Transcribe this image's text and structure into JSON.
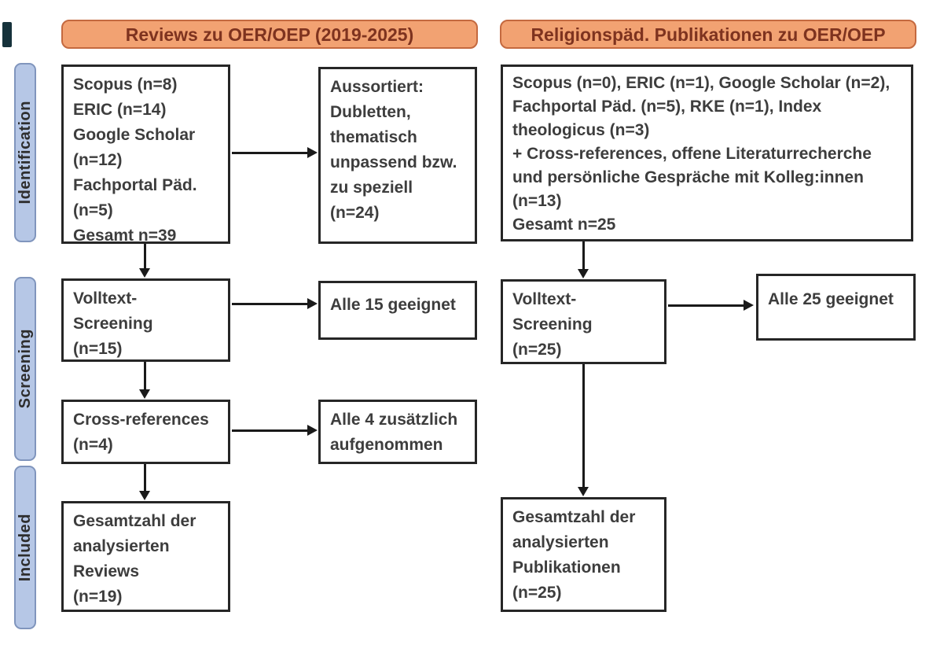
{
  "colors": {
    "banner_fill": "#f2a272",
    "banner_border": "#c4693f",
    "banner_text": "#7e331f",
    "stage_fill": "#b6c7e6",
    "stage_border": "#8095bd",
    "box_border": "#262626",
    "box_text": "#3d3d3d",
    "arrow": "#1a1a1a",
    "background": "#ffffff"
  },
  "banners": [
    {
      "label": "Reviews zu OER/OEP (2019-2025)"
    },
    {
      "label": "Religionspäd. Publikationen zu OER/OEP"
    }
  ],
  "stages": [
    {
      "label": "Identification"
    },
    {
      "label": "Screening"
    },
    {
      "label": "Included"
    }
  ],
  "left_flow": {
    "sources": "Scopus (n=8)\nERIC (n=14)\nGoogle Scholar\n(n=12)\nFachportal Päd.\n(n=5)\nGesamt n=39",
    "excluded": "Aussortiert:\nDubletten,\nthematisch\nunpassend bzw.\nzu speziell\n(n=24)",
    "fulltext": "Volltext-\nScreening\n(n=15)",
    "fulltext_result": "Alle 15 geeignet",
    "crossref": "Cross-references\n(n=4)",
    "crossref_result": "Alle 4 zusätzlich\naufgenommen",
    "total": "Gesamtzahl der\nanalysierten\nReviews\n(n=19)"
  },
  "right_flow": {
    "sources": "Scopus (n=0), ERIC (n=1), Google Scholar (n=2),\nFachportal Päd. (n=5), RKE (n=1), Index\ntheologicus (n=3)\n+ Cross-references, offene Literaturrecherche\nund persönliche Gespräche mit Kolleg:innen\n(n=13)\nGesamt n=25",
    "fulltext": "Volltext-\nScreening\n(n=25)",
    "fulltext_result": "Alle 25 geeignet",
    "total": "Gesamtzahl der\nanalysierten\nPublikationen\n(n=25)"
  }
}
